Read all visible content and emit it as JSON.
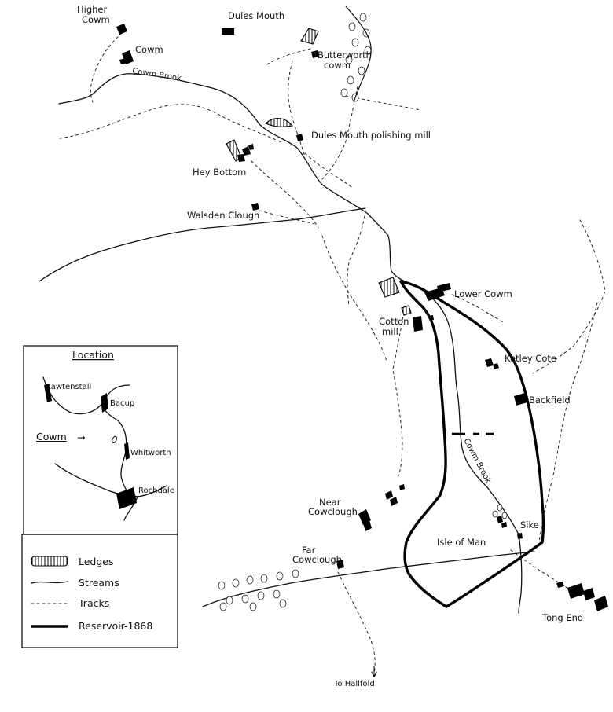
{
  "places": {
    "higher_cowm": [
      "Higher",
      "Cowm"
    ],
    "dules_mouth": "Dules Mouth",
    "cowm": "Cowm",
    "cowm_brook_north": "Cowm Brook",
    "butterworth_cowm": [
      "Butterworth",
      "cowm"
    ],
    "dules_mouth_mill": "Dules Mouth polishing mill",
    "hey_bottom": "Hey Bottom",
    "walsden_clough": "Walsden Clough",
    "lower_cowm": "Lower Cowm",
    "cotton_mill": [
      "Cotton",
      "mill"
    ],
    "ketley_cote": "Ketley Cote",
    "backfield": "Backfield",
    "cowm_brook_south": "Cowm Brook",
    "near_cowclough": [
      "Near",
      "Cowclough"
    ],
    "sike": "Sike",
    "isle_of_man": "Isle of Man",
    "far_cowclough": [
      "Far",
      "Cowclough"
    ],
    "tong_end": "Tong End",
    "to_hallfold": "To Hallfold"
  },
  "location_inset": {
    "title": "Location",
    "towns": [
      "Rawtenstall",
      "Bacup",
      "Whitworth",
      "Rochdale"
    ],
    "pointer_label": "Cowm",
    "arrow": "→"
  },
  "legend": {
    "items": [
      {
        "symbol": "hatched-lodge",
        "label": "Ledges"
      },
      {
        "symbol": "stream-line",
        "label": "Streams"
      },
      {
        "symbol": "dashed-track",
        "label": "Tracks"
      },
      {
        "symbol": "thick-reservoir-line",
        "label": "Reservoir-1868"
      }
    ]
  }
}
